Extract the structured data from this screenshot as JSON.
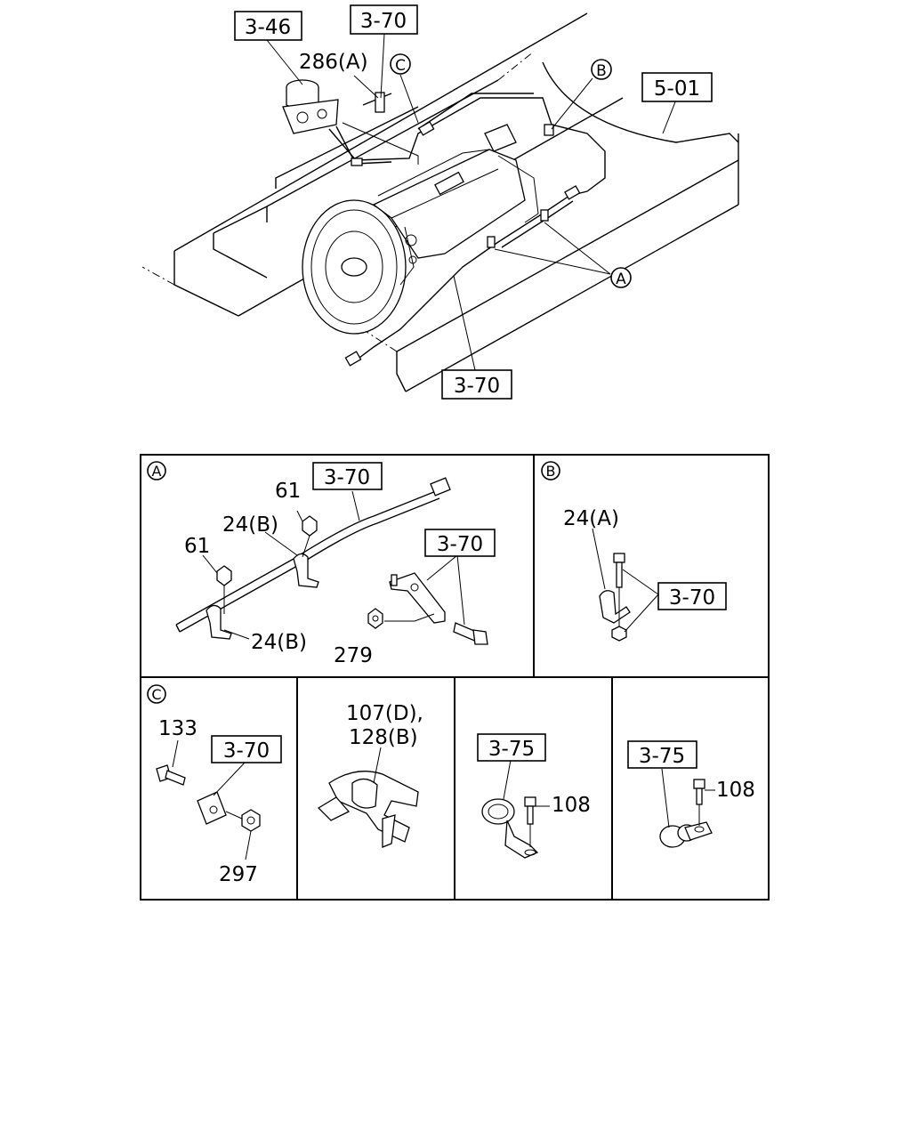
{
  "overview": {
    "ref_3_46": "3-46",
    "ref_3_70_top": "3-70",
    "ref_5_01": "5-01",
    "ref_3_70_bottom": "3-70",
    "part_286a": "286(A)",
    "callout_a": "A",
    "callout_b": "B",
    "callout_c": "C"
  },
  "detail_a": {
    "marker": "A",
    "ref_pipe": "3-70",
    "ref_bracket": "3-70",
    "nut_upper": "61",
    "nut_lower": "61",
    "clip_upper": "24(B)",
    "clip_lower": "24(B)",
    "nut_279": "279"
  },
  "detail_b": {
    "marker": "B",
    "clip": "24(A)",
    "ref": "3-70"
  },
  "detail_c": {
    "marker": "C",
    "bolt": "133",
    "ref": "3-70",
    "nut": "297"
  },
  "detail_clamp": {
    "label_line1": "107(D),",
    "label_line2": "128(B)"
  },
  "detail_375a": {
    "ref": "3-75",
    "bolt": "108"
  },
  "detail_375b": {
    "ref": "3-75",
    "bolt": "108"
  }
}
